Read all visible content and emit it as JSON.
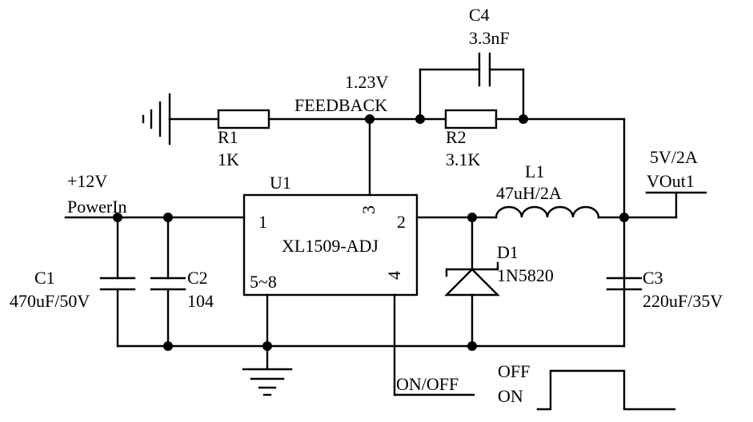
{
  "labels": {
    "c4_name": "C4",
    "c4_value": "3.3nF",
    "feedback_voltage": "1.23V",
    "feedback": "FEEDBACK",
    "r1_name": "R1",
    "r1_value": "1K",
    "r2_name": "R2",
    "r2_value": "3.1K",
    "vout_rating": "5V/2A",
    "vout_net": "VOut1",
    "l1_name": "L1",
    "l1_value": "47uH/2A",
    "vin_voltage": "+12V",
    "vin_net": "PowerIn",
    "u1_name": "U1",
    "u1_part": "XL1509-ADJ",
    "pin1": "1",
    "pin2": "2",
    "pin3": "3",
    "pin4": "4",
    "pin58": "5~8",
    "d1_name": "D1",
    "d1_part": "1N5820",
    "c1_name": "C1",
    "c1_value": "470uF/50V",
    "c2_name": "C2",
    "c2_value": "104",
    "c3_name": "C3",
    "c3_value": "220uF/35V",
    "on_off": "ON/OFF",
    "off_label": "OFF",
    "on_label": "ON"
  }
}
